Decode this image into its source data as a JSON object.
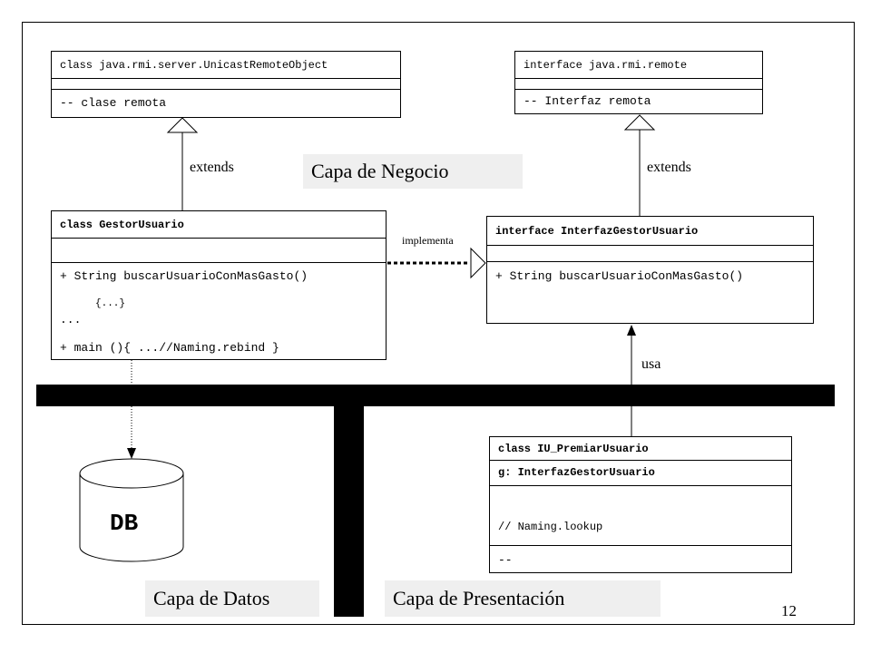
{
  "remote_object": {
    "title": "class java.rmi.server.UnicastRemoteObject",
    "comment": "-- clase remota"
  },
  "remote_interface": {
    "title": "interface java.rmi.remote",
    "comment": "-- Interfaz remota"
  },
  "gestor": {
    "title": "class GestorUsuario",
    "method": "+ String buscarUsuarioConMasGasto()",
    "body": "{...}",
    "ellipsis": "...",
    "main": "+ main (){ ...//Naming.rebind }"
  },
  "interfaz_gestor": {
    "title": "interface InterfazGestorUsuario",
    "method": "+ String buscarUsuarioConMasGasto()"
  },
  "iu_premiar": {
    "title": "class IU_PremiarUsuario",
    "attribute": "g: InterfazGestorUsuario",
    "lookup": "// Naming.lookup",
    "ops": "--"
  },
  "labels": {
    "extends_left": "extends",
    "extends_right": "extends",
    "implementa": "implementa",
    "usa": "usa",
    "db": "DB",
    "capa_negocio": "Capa de Negocio",
    "capa_datos": "Capa de Datos",
    "capa_presentacion": "Capa de Presentación",
    "page_number": "12"
  }
}
